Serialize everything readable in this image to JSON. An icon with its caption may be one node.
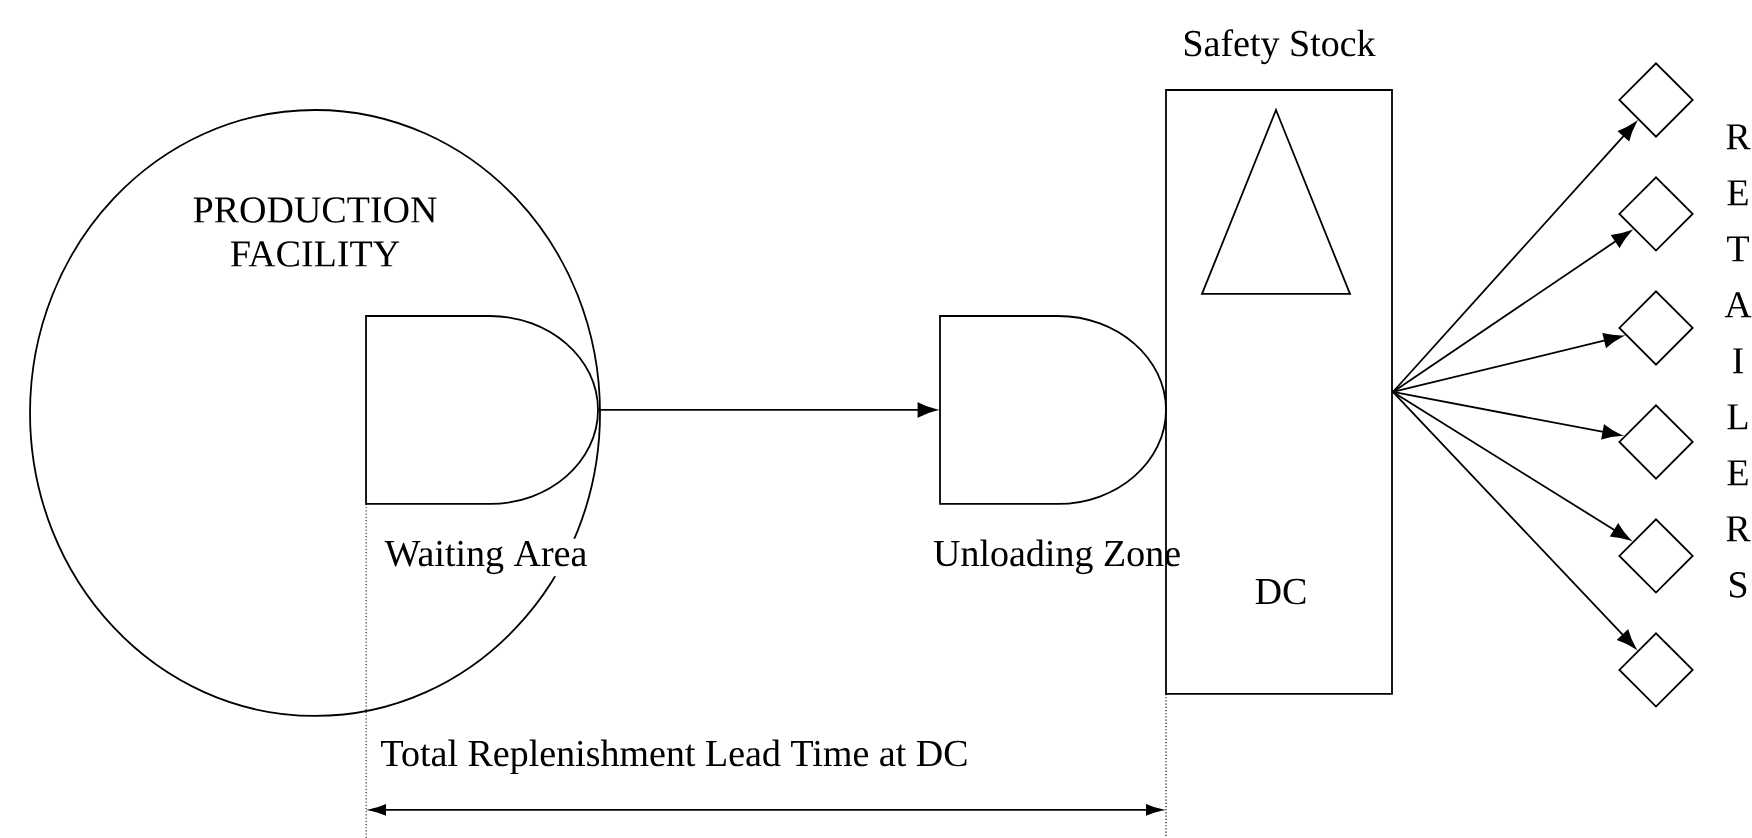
{
  "diagram": {
    "nodes": [
      {
        "text": [
          "PRODUCTION FACILITY"
        ]
      },
      {
        "text": [
          "Waiting Area"
        ],
        "in": 0
      },
      {
        "text": [
          "Unloading Zone"
        ]
      },
      {
        "text": [
          "Safety Stock",
          "DC"
        ]
      },
      {
        "text": [],
        "shape": "triangle",
        "in": 3
      },
      {
        "text": [],
        "shape": "diamond"
      },
      {
        "text": [],
        "shape": "diamond"
      },
      {
        "text": [],
        "shape": "diamond"
      },
      {
        "text": [],
        "shape": "diamond"
      },
      {
        "text": [],
        "shape": "diamond"
      },
      {
        "text": [],
        "shape": "diamond"
      }
    ],
    "edges": [
      {
        "from": 1,
        "to": 2,
        "arrow": "to"
      },
      {
        "from": 3,
        "to": 5,
        "arrow": "to"
      },
      {
        "from": 3,
        "to": 6,
        "arrow": "to"
      },
      {
        "from": 3,
        "to": 7,
        "arrow": "to"
      },
      {
        "from": 3,
        "to": 8,
        "arrow": "to"
      },
      {
        "from": 3,
        "to": 9,
        "arrow": "to"
      },
      {
        "from": 3,
        "to": 10,
        "arrow": "to"
      }
    ],
    "labels": [
      "RETAILERS",
      "Total Replenishment Lead Time at DC"
    ]
  }
}
